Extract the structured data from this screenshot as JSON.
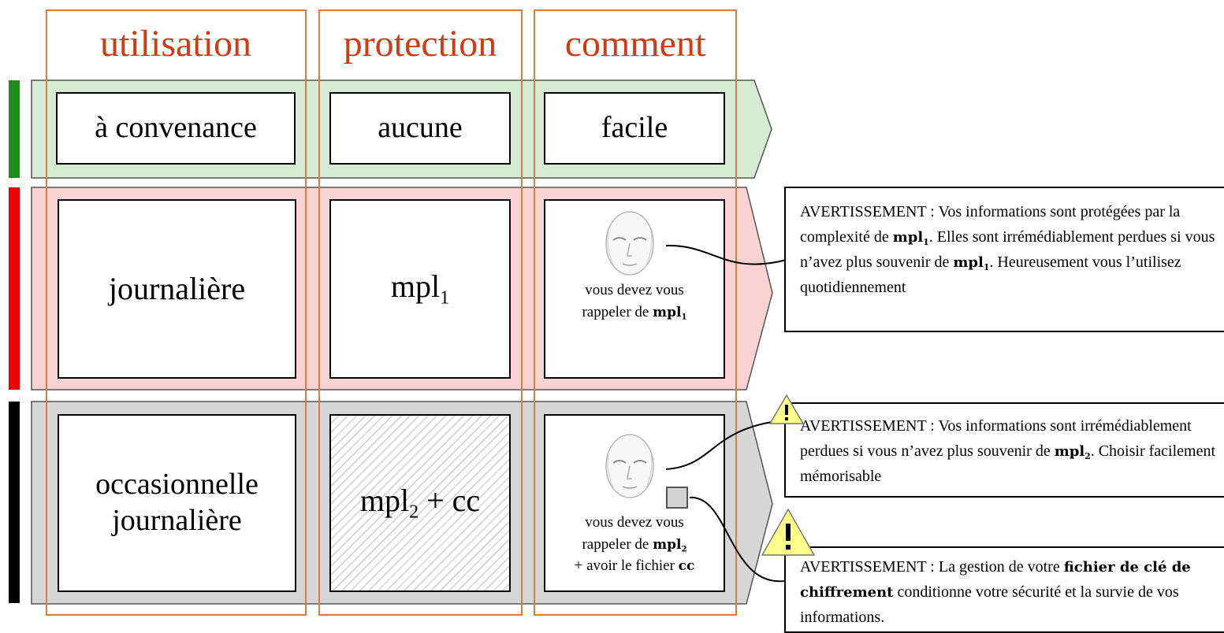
{
  "columns": {
    "usage": "utilisation",
    "protection": "protection",
    "how": "comment"
  },
  "rows": {
    "convenience": {
      "color": "#1e8c1e",
      "band_color": "#d6ecd2",
      "usage": "à convenance",
      "protection": "aucune",
      "how": "facile"
    },
    "daily": {
      "color": "#ee0000",
      "band_color": "#f9d3d3",
      "usage": "journalière",
      "protection_main": "mpl",
      "protection_sub": "1",
      "how_line1": "vous devez vous",
      "how_line2_prefix": "rappeler de ",
      "how_key": "mpl",
      "how_key_sub": "1"
    },
    "occasional": {
      "color": "#000000",
      "band_color": "#d6d6d6",
      "usage_line1": "occasionnelle",
      "usage_line2": "journalière",
      "protection_main": "mpl",
      "protection_sub": "2",
      "protection_suffix": " + cc",
      "how_line1": "vous devez vous",
      "how_line2_prefix": "rappeler de ",
      "how_key": "mpl",
      "how_key_sub": "2",
      "how_line3_prefix": "+ avoir le fichier ",
      "how_line3_key": "cc"
    }
  },
  "warnings": {
    "w1": {
      "title": "AVERTISSEMENT : ",
      "text1": "Vos informations sont protégées par la complexité de ",
      "key1": "mpl",
      "key1_sub": "1",
      "text2": ". Elles sont irrémédiablement perdues si vous n’avez plus souvenir de ",
      "key2": "mpl",
      "key2_sub": "1",
      "text3": ". Heureusement vous l’utilisez quotidiennement"
    },
    "w2": {
      "title": "AVERTISSEMENT : ",
      "text1": "Vos informations sont irrémédiablement perdues si vous n’avez plus souvenir de ",
      "key1": "mpl",
      "key1_sub": "2",
      "text2": ". Choisir facilement mémorisable"
    },
    "w3": {
      "title": "AVERTISSEMENT : ",
      "text1": "La gestion de votre ",
      "key1": "fichier de clé de chiffrement",
      "text2": " conditionne votre sécurité et la survie de vos informations."
    }
  },
  "icons": {
    "head": "head-icon",
    "warning": "warning-triangle-icon",
    "key_file": "key-file-icon"
  },
  "colors": {
    "column_frame": "#e07a3a",
    "column_title": "#cf3b16",
    "warning_fill": "#ffff8a"
  }
}
